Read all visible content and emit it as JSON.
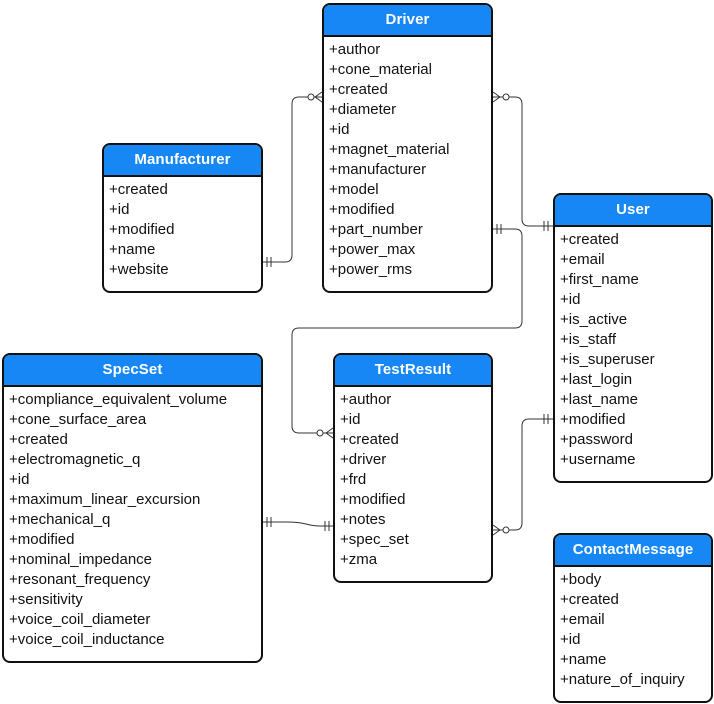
{
  "colors": {
    "header_fill": "#1687f4",
    "header_text": "#ffffff",
    "border": "#111111",
    "connector": "#333333"
  },
  "entities": {
    "driver": {
      "title": "Driver",
      "attributes": [
        "+author",
        "+cone_material",
        "+created",
        "+diameter",
        "+id",
        "+magnet_material",
        "+manufacturer",
        "+model",
        "+modified",
        "+part_number",
        "+power_max",
        "+power_rms"
      ]
    },
    "manufacturer": {
      "title": "Manufacturer",
      "attributes": [
        "+created",
        "+id",
        "+modified",
        "+name",
        "+website"
      ]
    },
    "user": {
      "title": "User",
      "attributes": [
        "+created",
        "+email",
        "+first_name",
        "+id",
        "+is_active",
        "+is_staff",
        "+is_superuser",
        "+last_login",
        "+last_name",
        "+modified",
        "+password",
        "+username"
      ]
    },
    "specset": {
      "title": "SpecSet",
      "attributes": [
        "+compliance_equivalent_volume",
        "+cone_surface_area",
        "+created",
        "+electromagnetic_q",
        "+id",
        "+maximum_linear_excursion",
        "+mechanical_q",
        "+modified",
        "+nominal_impedance",
        "+resonant_frequency",
        "+sensitivity",
        "+voice_coil_diameter",
        "+voice_coil_inductance"
      ]
    },
    "testresult": {
      "title": "TestResult",
      "attributes": [
        "+author",
        "+id",
        "+created",
        "+driver",
        "+frd",
        "+modified",
        "+notes",
        "+spec_set",
        "+zma"
      ]
    },
    "contactmessage": {
      "title": "ContactMessage",
      "attributes": [
        "+body",
        "+created",
        "+email",
        "+id",
        "+name",
        "+nature_of_inquiry"
      ]
    }
  },
  "relationships": [
    {
      "from": "Manufacturer",
      "to": "Driver",
      "from_cardinality": "one-and-only-one",
      "to_cardinality": "zero-or-many"
    },
    {
      "from": "User",
      "to": "Driver",
      "from_cardinality": "one-and-only-one",
      "to_cardinality": "zero-or-many"
    },
    {
      "from": "Driver",
      "to": "TestResult",
      "from_cardinality": "one-and-only-one",
      "to_cardinality": "zero-or-many"
    },
    {
      "from": "SpecSet",
      "to": "TestResult",
      "from_cardinality": "one-and-only-one",
      "to_cardinality": "one-and-only-one"
    },
    {
      "from": "User",
      "to": "TestResult",
      "from_cardinality": "one-and-only-one",
      "to_cardinality": "zero-or-many"
    }
  ]
}
